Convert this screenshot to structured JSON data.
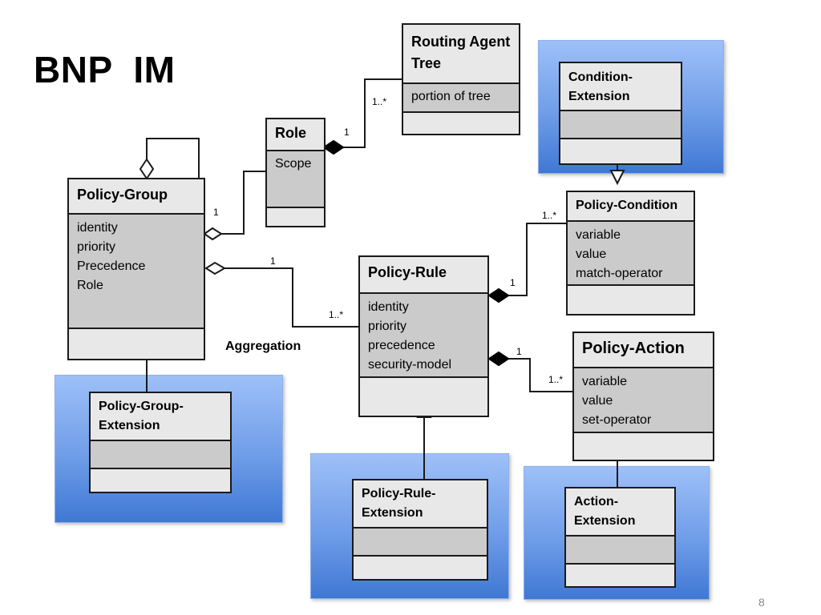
{
  "slide": {
    "title": "BNP  IM",
    "number": "8"
  },
  "labels": {
    "aggregation": "Aggregation"
  },
  "classes": {
    "routing_agent_tree": {
      "name": "Routing Agent Tree",
      "attributes": [
        "portion of tree"
      ]
    },
    "role": {
      "name": "Role",
      "attributes": [
        "Scope"
      ]
    },
    "policy_group": {
      "name": "Policy-Group",
      "attributes": [
        "identity",
        "priority",
        "Precedence",
        "Role"
      ]
    },
    "policy_rule": {
      "name": "Policy-Rule",
      "attributes": [
        "identity",
        "priority",
        "precedence",
        "security-model"
      ]
    },
    "policy_condition": {
      "name": "Policy-Condition",
      "attributes": [
        "variable",
        "value",
        "match-operator"
      ]
    },
    "policy_action": {
      "name": "Policy-Action",
      "attributes": [
        "variable",
        "value",
        "set-operator"
      ]
    },
    "condition_extension": {
      "name": "Condition-Extension",
      "attributes": []
    },
    "policy_group_extension": {
      "name": "Policy-Group-Extension",
      "attributes": []
    },
    "policy_rule_extension": {
      "name": "Policy-Rule-Extension",
      "attributes": []
    },
    "action_extension": {
      "name": "Action-Extension",
      "attributes": []
    }
  },
  "multiplicities": {
    "role_tree_one": "1",
    "role_tree_many": "1..*",
    "group_role_one": "1",
    "group_rule_one": "1",
    "group_rule_many": "1..*",
    "rule_condition_one": "1",
    "rule_condition_many": "1..*",
    "rule_action_one": "1",
    "rule_action_many": "1..*"
  }
}
